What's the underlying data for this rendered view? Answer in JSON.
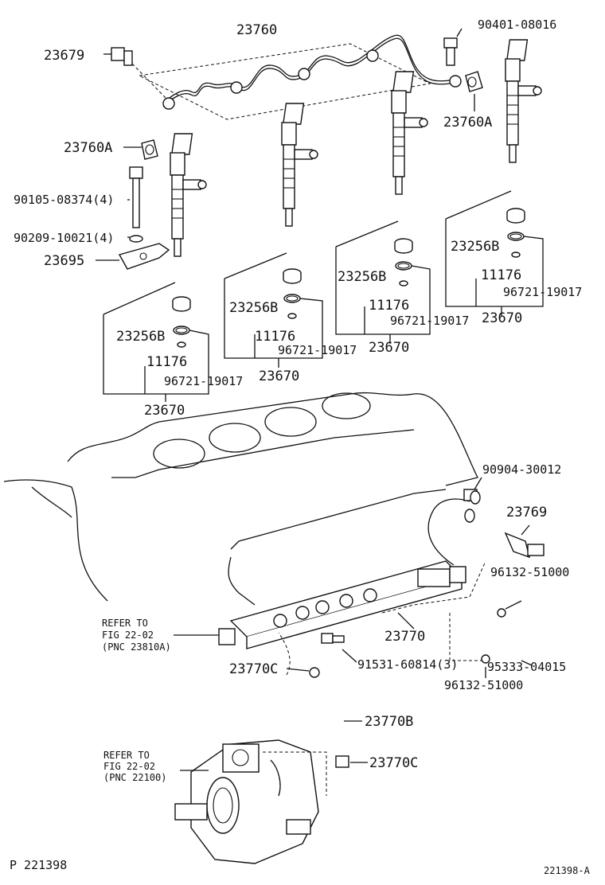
{
  "diagram": {
    "part_labels": {
      "p23760": "23760",
      "p23679": "23679",
      "p90401": "90401-08016",
      "p23760A_right": "23760A",
      "p23760A_left": "23760A",
      "p90105": "90105-08374(4)",
      "p90209": "90209-10021(4)",
      "p23695": "23695",
      "p23256B_1": "23256B",
      "p11176_1": "11176",
      "p96721_1": "96721-19017",
      "p23670_1": "23670",
      "p23256B_2": "23256B",
      "p11176_2": "11176",
      "p96721_2": "96721-19017",
      "p23670_2": "23670",
      "p23256B_3": "23256B",
      "p11176_3": "11176",
      "p96721_3": "96721-19017",
      "p23670_3": "23670",
      "p23256B_4": "23256B",
      "p11176_4": "11176",
      "p96721_4": "96721-19017",
      "p23670_4": "23670",
      "p90904": "90904-30012",
      "p23769": "23769",
      "p96132_a": "96132-51000",
      "p23770": "23770",
      "p91531": "91531-60814(3)",
      "p95333": "95333-04015",
      "p96132_b": "96132-51000",
      "p23770C_a": "23770C",
      "p23770B": "23770B",
      "p23770C_b": "23770C"
    },
    "refer_1": {
      "line1": "REFER TO",
      "line2": "FIG 22-02",
      "line3": "(PNC 23810A)"
    },
    "refer_2": {
      "line1": "REFER TO",
      "line2": "FIG 22-02",
      "line3": "(PNC 22100)"
    },
    "footer_left": "P 221398",
    "footer_right": "221398-A"
  }
}
